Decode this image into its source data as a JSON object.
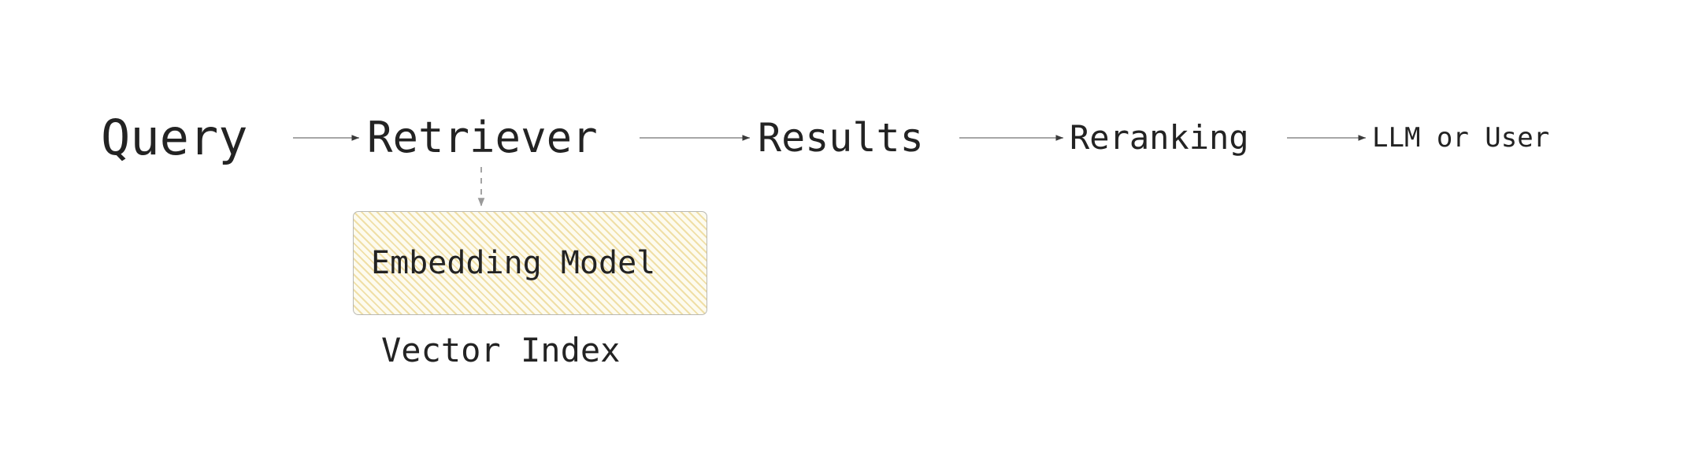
{
  "diagram": {
    "type": "flow-pipeline",
    "background_color": "#ffffff",
    "text_color": "#232323",
    "connector_color": "#8a8a8a",
    "pipeline": {
      "nodes": [
        {
          "id": "query",
          "label": "Query"
        },
        {
          "id": "retriever",
          "label": "Retriever"
        },
        {
          "id": "results",
          "label": "Results"
        },
        {
          "id": "reranking",
          "label": "Reranking"
        },
        {
          "id": "llm",
          "label": "LLM or User"
        }
      ],
      "edges": [
        {
          "from": "query",
          "to": "retriever",
          "style": "solid-arrow"
        },
        {
          "from": "retriever",
          "to": "results",
          "style": "solid-arrow"
        },
        {
          "from": "results",
          "to": "reranking",
          "style": "solid-arrow"
        },
        {
          "from": "reranking",
          "to": "llm",
          "style": "solid-arrow"
        }
      ]
    },
    "branch": {
      "from": "retriever",
      "style": "dashed-arrow",
      "box": {
        "label": "Embedding Model",
        "fill_color": "#fdfbef",
        "hatch_color": "#f0dfa6",
        "border_color": "#b9b9b4"
      },
      "caption": "Vector Index"
    }
  }
}
